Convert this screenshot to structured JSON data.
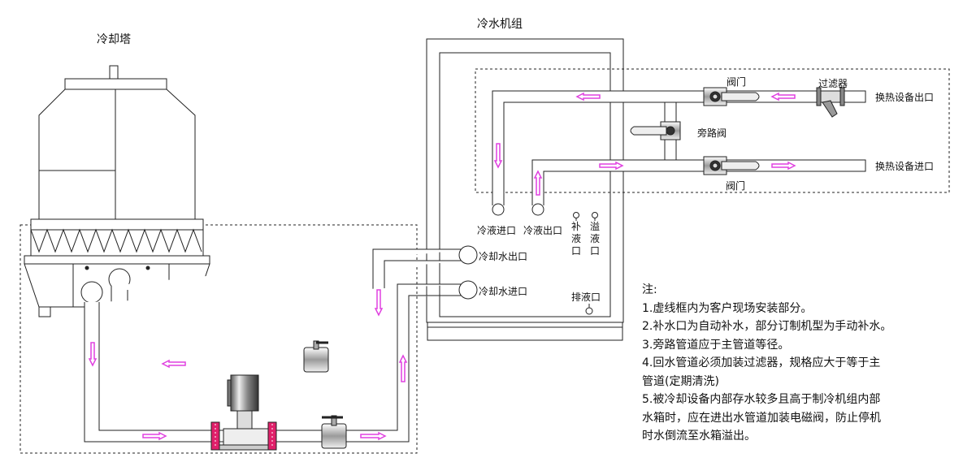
{
  "labels": {
    "cooling_tower": "冷却塔",
    "chiller_unit": "冷水机组",
    "valve_top": "阀门",
    "valve_bottom": "阀门",
    "filter": "过滤器",
    "bypass_valve": "旁路阀",
    "hx_outlet": "换热设备出口",
    "hx_inlet": "换热设备进口",
    "coolant_inlet": "冷液进口",
    "coolant_outlet": "冷液出口",
    "makeup_port": "补液口",
    "overflow_port": "溢液口",
    "cooling_water_outlet": "冷却水出口",
    "cooling_water_inlet": "冷却水进口",
    "drain_port": "排液口"
  },
  "notes": {
    "title": "注:",
    "items": [
      "1.虚线框内为客户现场安装部分。",
      "2.补水口为自动补水，部分订制机型为手动补水。",
      "3.旁路管道应于主管道等径。",
      "4.回水管道必须加装过滤器，规格应大于等于主\n管道(定期清洗)",
      "5.被冷却设备内部存水较多且高于制冷机组内部\n水箱时，应在进出水管道加装电磁阀，防止停机\n时水倒流至水箱溢出。"
    ]
  },
  "colors": {
    "line": "#111111",
    "flow_arrow": "#e040e0",
    "flange": "#e0206a",
    "valve_body": "#cfcfcf"
  }
}
